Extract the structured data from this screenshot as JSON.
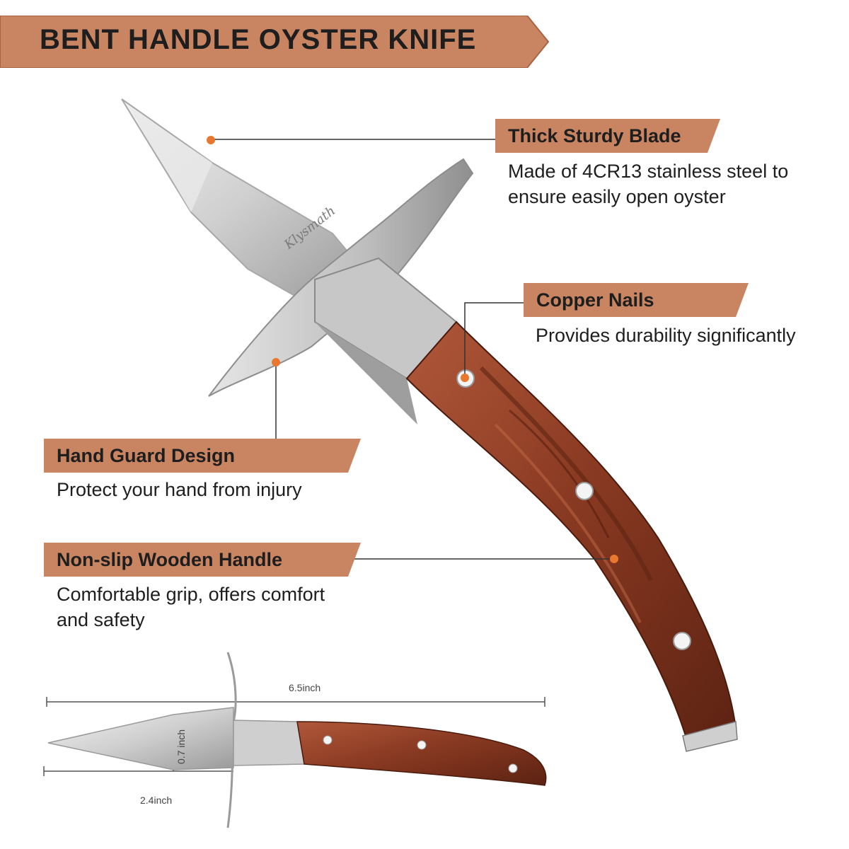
{
  "title": "BENT HANDLE OYSTER KNIFE",
  "brand": "Klysmath",
  "colors": {
    "banner": "#c98462",
    "banner_text": "#1e1e1e",
    "callout_dot": "#e8782f",
    "wood": "#8a3a22",
    "steel": "#d9d9d9"
  },
  "features": [
    {
      "heading": "Thick Sturdy Blade",
      "lines": [
        "Made of 4CR13 stainless steel to",
        "ensure easily open oyster"
      ]
    },
    {
      "heading": "Copper Nails",
      "lines": [
        "Provides durability significantly"
      ]
    },
    {
      "heading": "Hand Guard Design",
      "lines": [
        "Protect your hand from injury"
      ]
    },
    {
      "heading": "Non-slip Wooden Handle",
      "lines": [
        "Comfortable grip, offers comfort",
        "and safety"
      ]
    }
  ],
  "dimensions": {
    "total_length": "6.5inch",
    "blade_width": "0.7 inch",
    "blade_length": "2.4inch"
  }
}
